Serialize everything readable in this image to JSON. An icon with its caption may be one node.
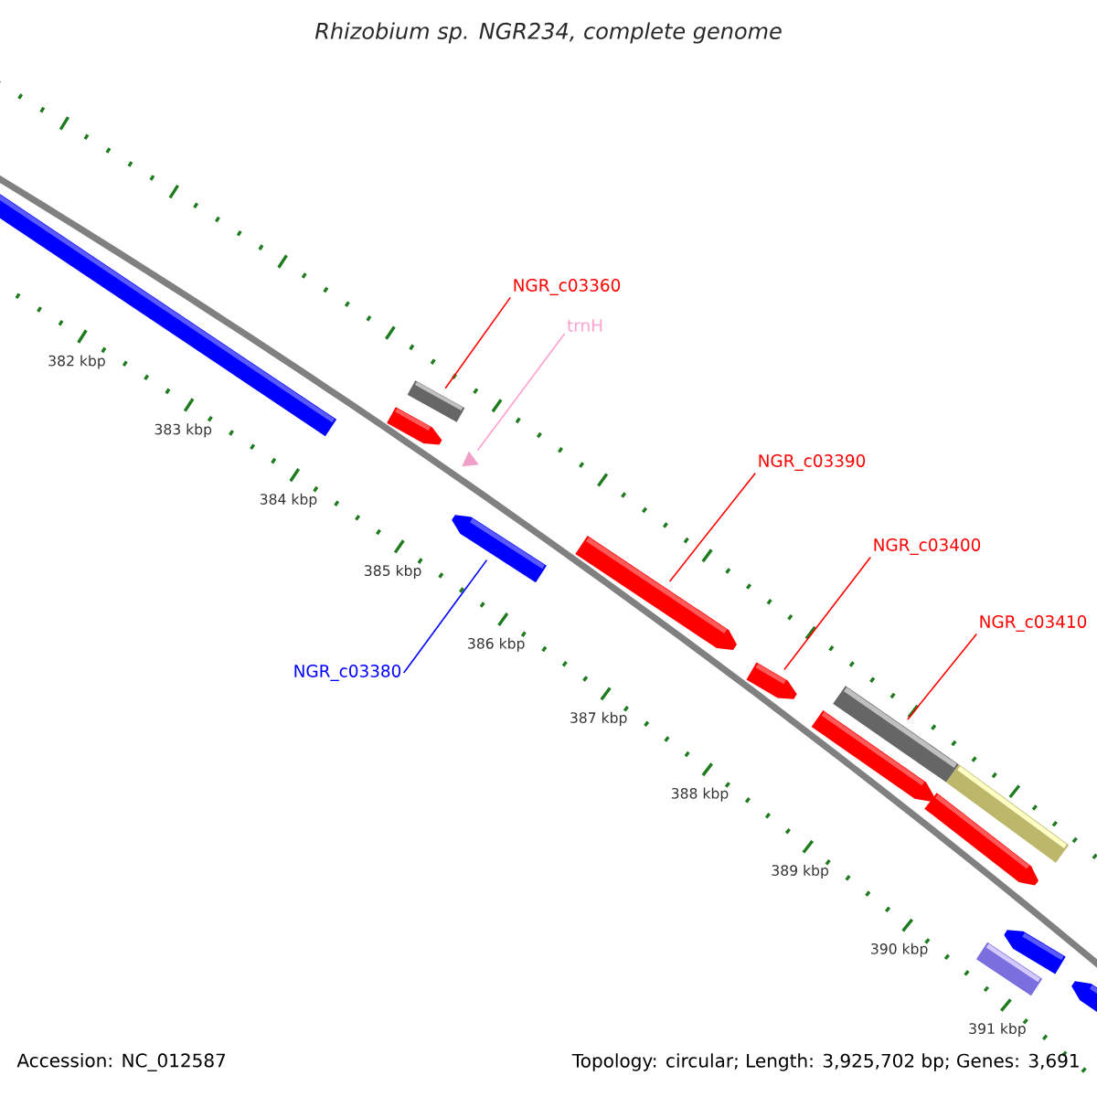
{
  "diagram": {
    "title": "Rhizobium sp. NGR234, complete genome",
    "nodes": [
      {
        "text": [
          "NGR_c03360"
        ]
      },
      {
        "text": [
          "trnH"
        ]
      },
      {
        "text": [
          "NGR_c03390"
        ]
      },
      {
        "text": [
          "NGR_c03400"
        ]
      },
      {
        "text": [
          "NGR_c03410"
        ]
      },
      {
        "text": [
          "NGR_c03380"
        ]
      },
      {
        "text": [],
        "shape": "bar"
      },
      {
        "text": [],
        "shape": "triangle"
      },
      {
        "text": [],
        "shape": "bar"
      },
      {
        "text": [],
        "shape": "bar"
      },
      {
        "text": [],
        "shape": "bar"
      },
      {
        "text": [],
        "shape": "bar"
      },
      {
        "text": [],
        "shape": "bar"
      },
      {
        "text": [],
        "shape": "bar"
      },
      {
        "text": [],
        "shape": "bar"
      },
      {
        "text": [],
        "shape": "bar"
      },
      {
        "text": [],
        "shape": "bar"
      },
      {
        "text": [],
        "shape": "bar"
      },
      {
        "text": [],
        "shape": "bar"
      },
      {
        "text": [],
        "shape": "bar"
      }
    ],
    "edges": [
      {
        "from": 0,
        "to": 6,
        "arrow": "none"
      },
      {
        "from": 1,
        "to": 7,
        "arrow": "none",
        "color": "#ffa0d0"
      },
      {
        "from": 2,
        "to": 8,
        "arrow": "none"
      },
      {
        "from": 3,
        "to": 9,
        "arrow": "none"
      },
      {
        "from": 4,
        "to": 10,
        "arrow": "none"
      },
      {
        "from": 5,
        "to": 11,
        "arrow": "none",
        "color": "#0000ff"
      }
    ],
    "labels": [
      "382 kbp",
      "383 kbp",
      "384 kbp",
      "385 kbp",
      "386 kbp",
      "387 kbp",
      "388 kbp",
      "389 kbp",
      "390 kbp",
      "391 kbp",
      "Accession: NC_012587",
      "Topology: circular; Length: 3,925,702 bp; Genes: 3,691"
    ]
  }
}
